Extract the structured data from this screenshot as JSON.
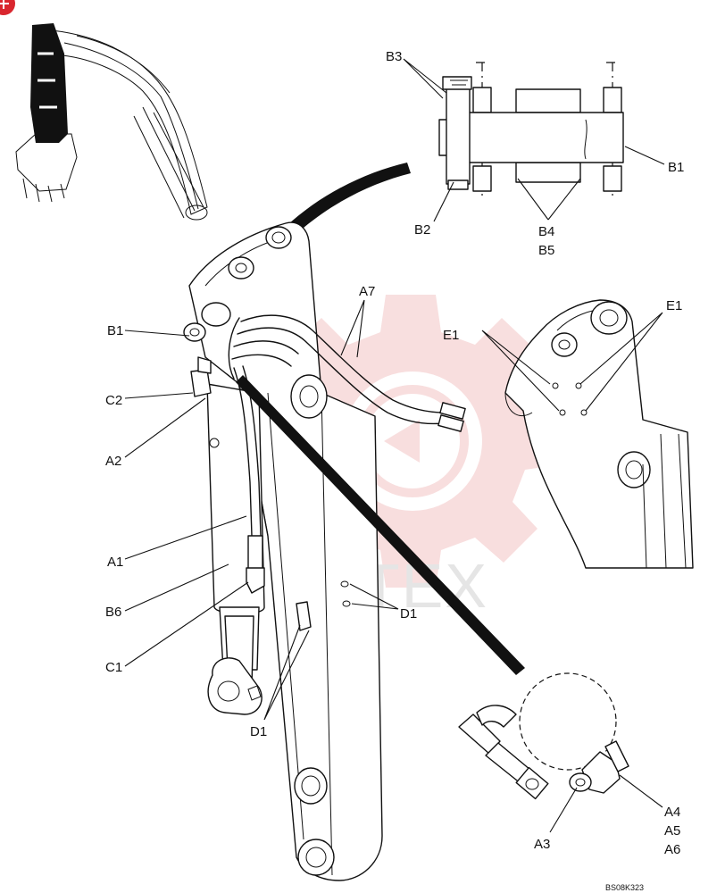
{
  "callouts": {
    "b3": "B3",
    "b1_top": "B1",
    "b2": "B2",
    "b4": "B4",
    "b5": "B5",
    "a7": "A7",
    "e1_left": "E1",
    "e1_right": "E1",
    "b1_main": "B1",
    "c2": "C2",
    "a2": "A2",
    "a1": "A1",
    "b6": "B6",
    "c1": "C1",
    "d1_right": "D1",
    "d1_bottom": "D1",
    "a3": "A3",
    "a4": "A4",
    "a5": "A5",
    "a6": "A6"
  },
  "drawing_code": "BS08K323",
  "watermark_text": "ИНТЕХ",
  "colors": {
    "line": "#111111",
    "corner_badge": "#d9262e",
    "watermark_gear": "#f3c4c4"
  },
  "icons": {
    "corner_badge": "plus-badge-icon",
    "watermark": "gear-logo-icon"
  }
}
